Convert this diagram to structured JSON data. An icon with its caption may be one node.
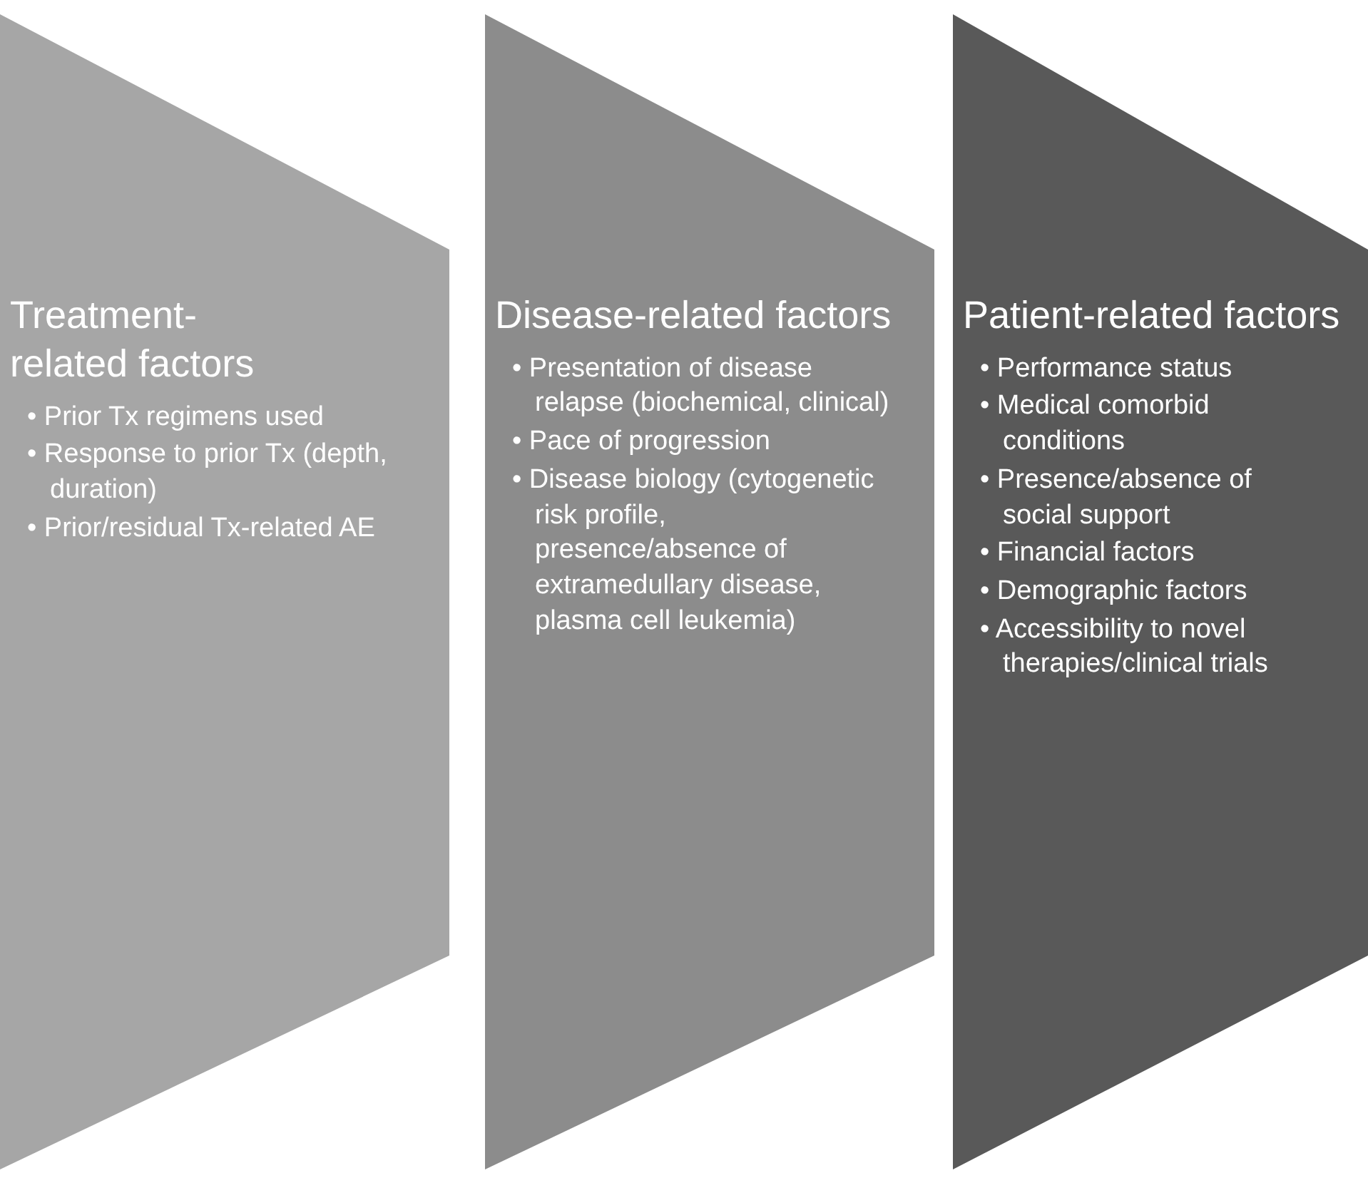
{
  "diagram": {
    "nodes": [
      {
        "text": [
          "Treatment-related factors",
          "• Prior Tx regimens used",
          "• Response to prior Tx (depth, duration)",
          "• Prior/residual Tx-related AE"
        ]
      },
      {
        "text": [
          "Disease-related factors",
          "• Presentation of disease relapse (biochemical, clinical)",
          "• Pace of progression",
          "• Disease biology (cytogenetic risk profile, presence/absence of extramedullary disease, plasma cell leukemia)"
        ]
      },
      {
        "text": [
          "Patient-related factors",
          "• Performance status",
          "• Medical comorbid conditions",
          "• Presence/absence of social support",
          "• Financial factors",
          "• Demographic factors",
          "• Accessibility to novel therapies/clinical trials"
        ]
      }
    ]
  }
}
